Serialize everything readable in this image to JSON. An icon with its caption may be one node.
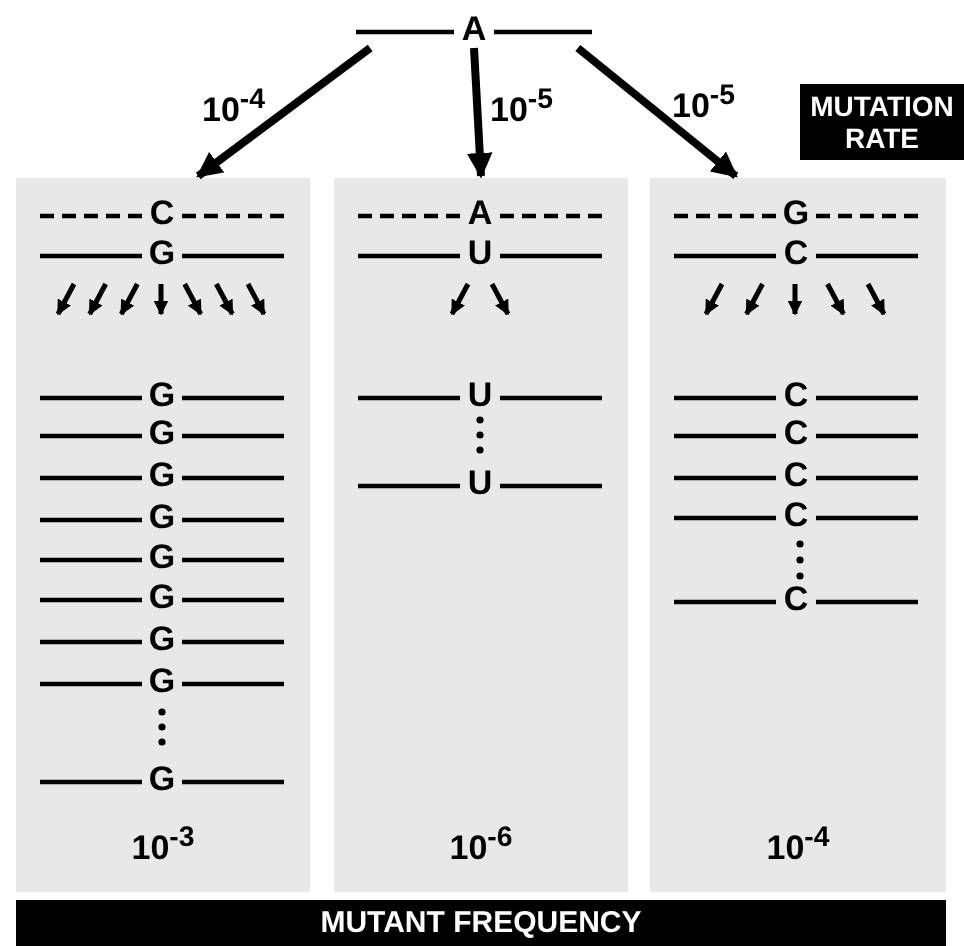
{
  "diagram": {
    "nodes": [
      {
        "text": [
          "A"
        ]
      },
      {
        "text": [
          "MUTATION RATE"
        ]
      },
      {
        "text": [
          "10$^{-3}$"
        ]
      },
      {
        "text": [
          "C"
        ],
        "in": 2
      },
      {
        "text": [
          "G"
        ],
        "in": 2
      },
      {
        "text": [
          "G"
        ],
        "in": 2
      },
      {
        "text": [
          "G"
        ],
        "in": 2
      },
      {
        "text": [
          "G"
        ],
        "in": 2
      },
      {
        "text": [
          "G"
        ],
        "in": 2
      },
      {
        "text": [
          "G"
        ],
        "in": 2
      },
      {
        "text": [
          "G"
        ],
        "in": 2
      },
      {
        "text": [
          "G"
        ],
        "in": 2
      },
      {
        "text": [
          "G"
        ],
        "in": 2
      },
      {
        "text": [
          "G"
        ],
        "in": 2
      },
      {
        "text": [
          "10$^{-6}$"
        ]
      },
      {
        "text": [
          "A"
        ],
        "in": 14
      },
      {
        "text": [
          "U"
        ],
        "in": 14
      },
      {
        "text": [
          "U"
        ],
        "in": 14
      },
      {
        "text": [
          "U"
        ],
        "in": 14
      },
      {
        "text": [
          "10$^{-4}$"
        ]
      },
      {
        "text": [
          "G"
        ],
        "in": 19
      },
      {
        "text": [
          "C"
        ],
        "in": 19
      },
      {
        "text": [
          "C"
        ],
        "in": 19
      },
      {
        "text": [
          "C"
        ],
        "in": 19
      },
      {
        "text": [
          "C"
        ],
        "in": 19
      },
      {
        "text": [
          "C"
        ],
        "in": 19
      },
      {
        "text": [
          "C"
        ],
        "in": 19
      },
      {
        "text": [
          "MUTANT FREQUENCY"
        ]
      }
    ],
    "edges": [
      {
        "from": 0,
        "to": 2,
        "arrow": "to",
        "label": "10$^{-4}$"
      },
      {
        "from": 0,
        "to": 14,
        "arrow": "to",
        "label": "10$^{-5}$"
      },
      {
        "from": 0,
        "to": 19,
        "arrow": "to",
        "label": "10$^{-5}$"
      }
    ]
  }
}
